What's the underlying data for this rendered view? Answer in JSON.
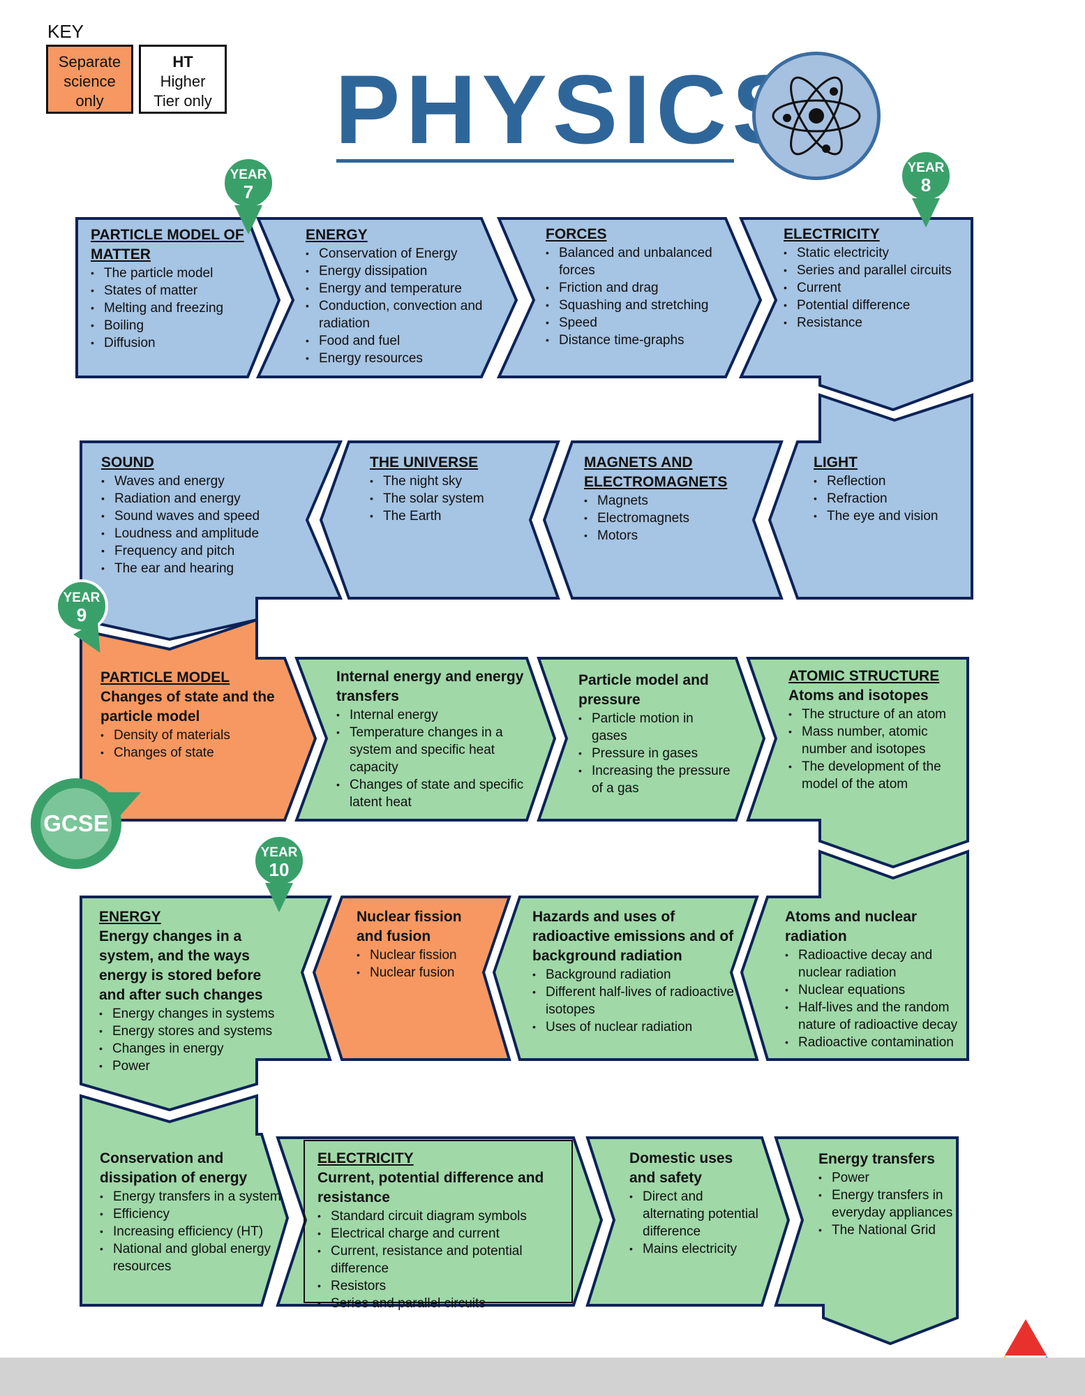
{
  "colors": {
    "ks3": "#a6c4e3",
    "gcse": "#a0d8a8",
    "separate": "#f79862",
    "outline": "#0d2357",
    "brand": "#2f6699",
    "marker": "#3aa06a"
  },
  "key": {
    "label": "KEY",
    "separate_line1": "Separate",
    "separate_line2": "science",
    "separate_line3": "only",
    "ht_abbr": "HT",
    "ht_line1": "Higher",
    "ht_line2": "Tier only"
  },
  "title": "PHYSICS",
  "icon": "atom-icon",
  "markers": {
    "year7": {
      "label": "YEAR",
      "num": "7"
    },
    "year8": {
      "label": "YEAR",
      "num": "8"
    },
    "year9": {
      "label": "YEAR",
      "num": "9"
    },
    "year10": {
      "label": "YEAR",
      "num": "10"
    },
    "gcse": "GCSE"
  },
  "row1": [
    {
      "heading": "PARTICLE MODEL OF MATTER",
      "items": [
        "The particle model",
        "States of matter",
        "Melting and freezing",
        "Boiling",
        "Diffusion"
      ]
    },
    {
      "heading": "ENERGY",
      "items": [
        "Conservation of Energy",
        "Energy dissipation",
        "Energy and temperature",
        "Conduction, convection and radiation",
        "Food and fuel",
        "Energy resources"
      ]
    },
    {
      "heading": "FORCES",
      "items": [
        "Balanced and unbalanced forces",
        "Friction and drag",
        "Squashing and stretching",
        "Speed",
        "Distance time-graphs"
      ]
    },
    {
      "heading": "ELECTRICITY",
      "items": [
        "Static electricity",
        "Series and parallel circuits",
        "Current",
        "Potential difference",
        "Resistance"
      ]
    }
  ],
  "row2": [
    {
      "heading": "SOUND",
      "items": [
        "Waves and energy",
        "Radiation and energy",
        "Sound waves and speed",
        "Loudness and amplitude",
        "Frequency and pitch",
        "The ear and hearing"
      ]
    },
    {
      "heading": "THE UNIVERSE",
      "items": [
        "The night sky",
        "The solar system",
        "The Earth"
      ]
    },
    {
      "heading": "MAGNETS AND ELECTROMAGNETS",
      "items": [
        "Magnets",
        "Electromagnets",
        "Motors"
      ]
    },
    {
      "heading": "LIGHT",
      "items": [
        "Reflection",
        "Refraction",
        "The eye and vision"
      ]
    }
  ],
  "row3": [
    {
      "heading": "PARTICLE MODEL",
      "subheading": "Changes of state and the particle model",
      "items": [
        "Density of materials",
        "Changes of state"
      ]
    },
    {
      "subheading": "Internal energy and energy transfers",
      "items": [
        "Internal energy",
        "Temperature changes in a system and specific heat capacity",
        "Changes of state and specific latent heat"
      ]
    },
    {
      "subheading": "Particle model and pressure",
      "items": [
        "Particle motion in gases",
        "Pressure in gases",
        "Increasing the pressure of a gas"
      ]
    },
    {
      "heading": "ATOMIC STRUCTURE",
      "subheading": "Atoms and isotopes",
      "items": [
        "The structure of an atom",
        "Mass number, atomic number and isotopes",
        "The development of the model of the atom"
      ]
    }
  ],
  "row4": [
    {
      "heading": "ENERGY",
      "subheading": "Energy changes in a system, and the ways energy is stored before and after such changes",
      "items": [
        "Energy changes in systems",
        "Energy stores and systems",
        "Changes in energy",
        "Power"
      ]
    },
    {
      "subheading": "Nuclear fission and fusion",
      "items": [
        "Nuclear fission",
        "Nuclear fusion"
      ]
    },
    {
      "subheading": "Hazards and uses of radioactive emissions and of background radiation",
      "items": [
        "Background radiation",
        "Different half-lives of radioactive isotopes",
        "Uses of nuclear radiation"
      ]
    },
    {
      "subheading": "Atoms and nuclear radiation",
      "items": [
        "Radioactive decay and nuclear radiation",
        "Nuclear equations",
        "Half-lives and the random nature of radioactive decay",
        "Radioactive contamination"
      ]
    }
  ],
  "row5": [
    {
      "subheading": "Conservation and dissipation of energy",
      "items": [
        "Energy transfers in a system",
        "Efficiency",
        "Increasing efficiency (HT)",
        "National and global energy resources"
      ]
    },
    {
      "heading": "ELECTRICITY",
      "subheading": "Current, potential difference and resistance",
      "items": [
        "Standard circuit diagram symbols",
        "Electrical charge and current",
        "Current, resistance and potential difference",
        "Resistors",
        "Series and parallel circuits"
      ]
    },
    {
      "subheading": "Domestic uses and safety",
      "items": [
        "Direct and alternating potential difference",
        "Mains electricity"
      ]
    },
    {
      "subheading": "Energy transfers",
      "items": [
        "Power",
        "Energy transfers in everyday appliances",
        "The National Grid"
      ]
    }
  ]
}
